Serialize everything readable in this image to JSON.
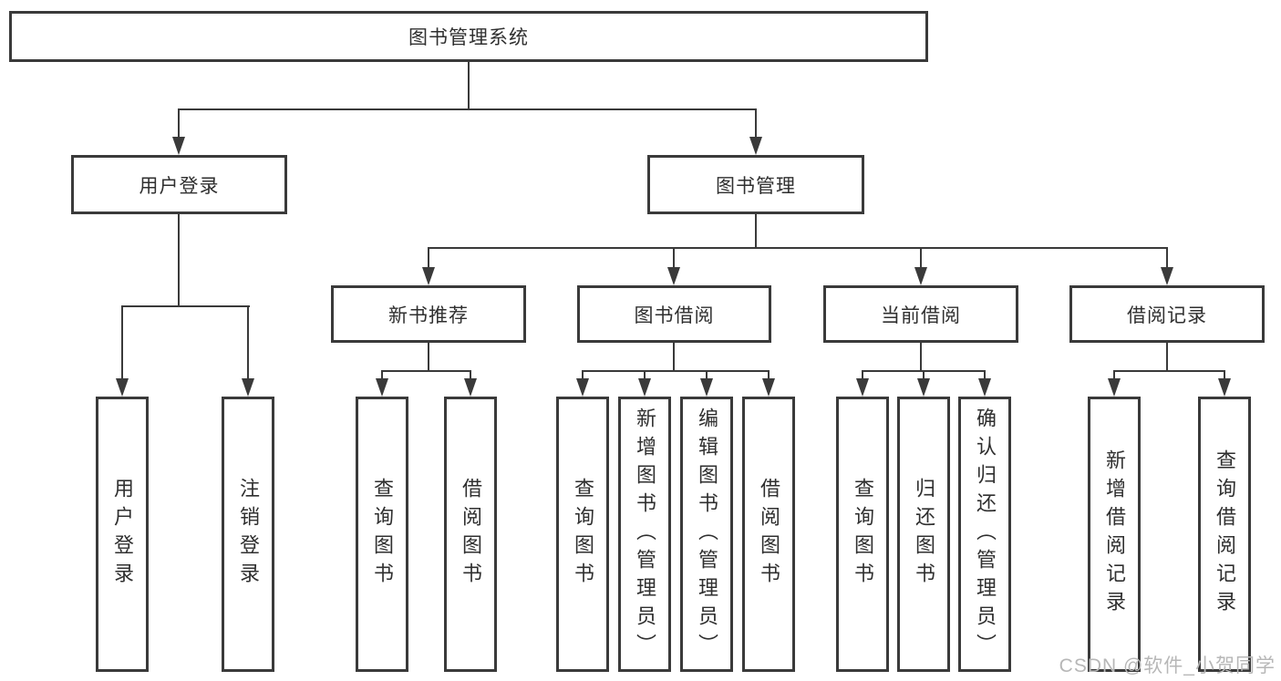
{
  "diagram": {
    "title": "图书管理系统",
    "level2": [
      {
        "label": "用户登录",
        "children": [
          {
            "label": "用户登录"
          },
          {
            "label": "注销登录"
          }
        ]
      },
      {
        "label": "图书管理",
        "children": [
          {
            "label": "新书推荐",
            "children": [
              {
                "label": "查询图书"
              },
              {
                "label": "借阅图书"
              }
            ]
          },
          {
            "label": "图书借阅",
            "children": [
              {
                "label": "查询图书"
              },
              {
                "label": "新增图书（管理员）"
              },
              {
                "label": "编辑图书（管理员）"
              },
              {
                "label": "借阅图书"
              }
            ]
          },
          {
            "label": "当前借阅",
            "children": [
              {
                "label": "查询图书"
              },
              {
                "label": "归还图书"
              },
              {
                "label": "确认归还（管理员）"
              }
            ]
          },
          {
            "label": "借阅记录",
            "children": [
              {
                "label": "新增借阅记录"
              },
              {
                "label": "查询借阅记录"
              }
            ]
          }
        ]
      }
    ]
  },
  "watermark": {
    "text": "CSDN @软件_小贺同学"
  },
  "colors": {
    "line": "#3a3a3a",
    "text": "#2f2f2f",
    "watermark": "#b7b7b7",
    "background": "#ffffff"
  }
}
